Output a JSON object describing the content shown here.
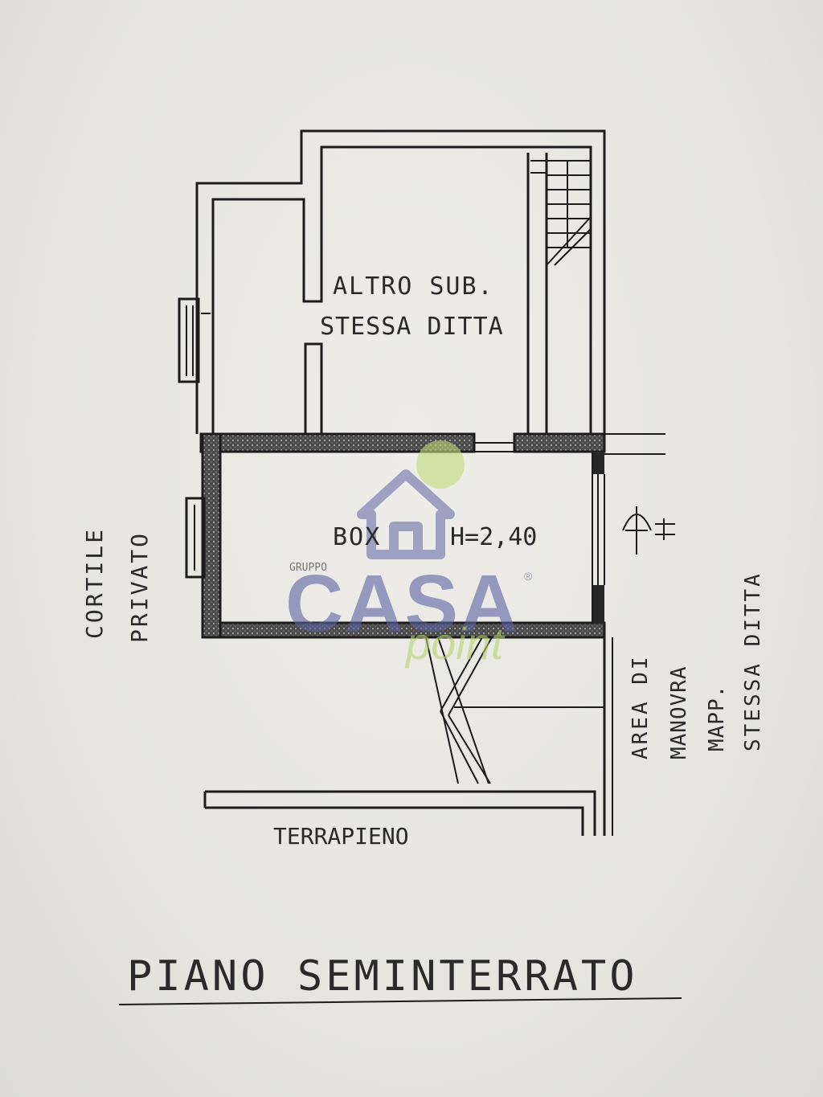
{
  "plan": {
    "title": "PIANO SEMINTERRATO",
    "rooms": {
      "altro_sub_line1": "ALTRO SUB.",
      "altro_sub_line2": "STESSA DITTA",
      "box": "BOX",
      "box_height": "H=2,40"
    },
    "surroundings": {
      "cortile": "CORTILE",
      "privato": "PRIVATO",
      "terrapieno": "TERRAPIENO",
      "area_di": "AREA DI",
      "manovra": "MANOVRA",
      "mapp": "MAPP.",
      "stessa_ditta": "STESSA DITTA"
    }
  },
  "watermark": {
    "gruppo": "GRUPPO",
    "brand": "CASA",
    "sub": "point",
    "registered": "®",
    "colors": {
      "house": "#6a6fa8",
      "brand": "#5c63a3",
      "sub": "#b6d36b",
      "dot": "#c5dc7a"
    }
  },
  "colors": {
    "ink": "#1c1c1c",
    "paper": "#e9e8e3"
  }
}
